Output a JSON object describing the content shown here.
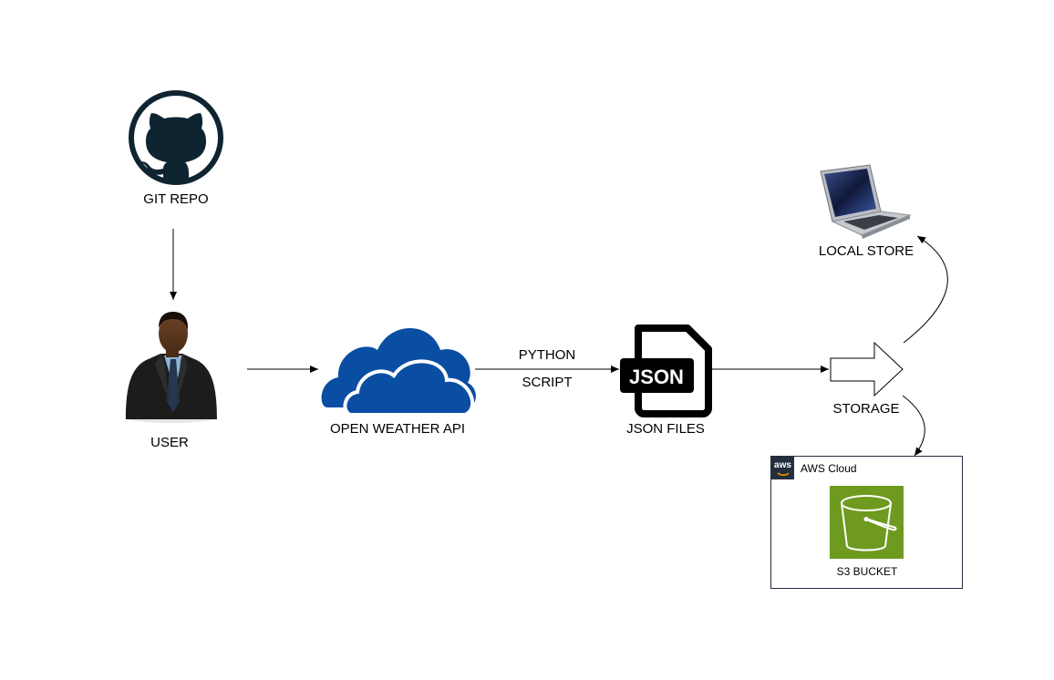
{
  "nodes": {
    "git_repo": {
      "label": "GIT REPO",
      "icon": "github-icon"
    },
    "user": {
      "label": "USER",
      "icon": "businessman-icon"
    },
    "api": {
      "label": "OPEN WEATHER API",
      "icon": "cloud-icon"
    },
    "script": {
      "line1": "PYTHON",
      "line2": "SCRIPT"
    },
    "json": {
      "label": "JSON FILES",
      "icon": "json-file-icon",
      "icon_text": "JSON"
    },
    "storage": {
      "label": "STORAGE",
      "icon": "block-arrow-icon"
    },
    "local": {
      "label": "LOCAL STORE",
      "icon": "laptop-icon"
    },
    "aws": {
      "group_label": "AWS Cloud",
      "logo_text": "aws",
      "bucket_label": "S3 BUCKET",
      "icon": "s3-bucket-icon"
    }
  },
  "edges": [
    {
      "from": "git_repo",
      "to": "user"
    },
    {
      "from": "user",
      "to": "api"
    },
    {
      "from": "api",
      "to": "json",
      "label": "PYTHON SCRIPT"
    },
    {
      "from": "json",
      "to": "storage"
    },
    {
      "from": "storage",
      "to": "local"
    },
    {
      "from": "storage",
      "to": "aws"
    }
  ],
  "colors": {
    "github": "#0f2431",
    "cloud": "#0a4ea3",
    "s3": "#6e9b1f",
    "aws_dark": "#232f3e",
    "line": "#000000"
  }
}
